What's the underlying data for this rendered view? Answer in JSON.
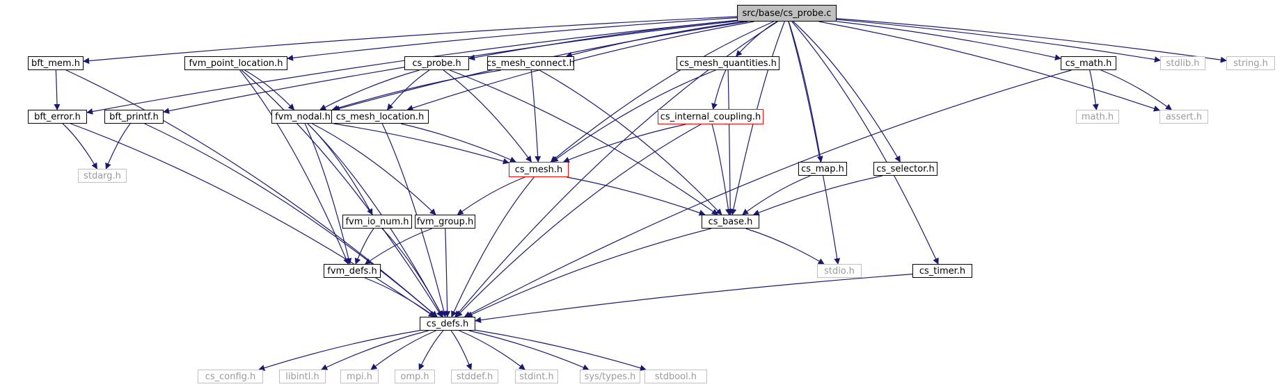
{
  "diagram": {
    "edge_color": "#191970",
    "nodes": [
      {
        "id": "root",
        "label": "src/base/cs_probe.c",
        "kind": "root"
      },
      {
        "id": "bft_mem",
        "label": "bft_mem.h",
        "kind": "normal"
      },
      {
        "id": "fvm_point_location",
        "label": "fvm_point_location.h",
        "kind": "normal"
      },
      {
        "id": "cs_probe_h",
        "label": "cs_probe.h",
        "kind": "normal"
      },
      {
        "id": "cs_mesh_connect",
        "label": "cs_mesh_connect.h",
        "kind": "normal"
      },
      {
        "id": "cs_mesh_quantities",
        "label": "cs_mesh_quantities.h",
        "kind": "normal"
      },
      {
        "id": "cs_math",
        "label": "cs_math.h",
        "kind": "normal"
      },
      {
        "id": "stdlib",
        "label": "stdlib.h",
        "kind": "external"
      },
      {
        "id": "string",
        "label": "string.h",
        "kind": "external"
      },
      {
        "id": "bft_error",
        "label": "bft_error.h",
        "kind": "normal"
      },
      {
        "id": "bft_printf",
        "label": "bft_printf.h",
        "kind": "normal"
      },
      {
        "id": "fvm_nodal",
        "label": "fvm_nodal.h",
        "kind": "normal"
      },
      {
        "id": "cs_mesh_location",
        "label": "cs_mesh_location.h",
        "kind": "normal"
      },
      {
        "id": "cs_internal_coupling",
        "label": "cs_internal_coupling.h",
        "kind": "red"
      },
      {
        "id": "math",
        "label": "math.h",
        "kind": "external"
      },
      {
        "id": "assert",
        "label": "assert.h",
        "kind": "external"
      },
      {
        "id": "stdarg",
        "label": "stdarg.h",
        "kind": "external"
      },
      {
        "id": "cs_mesh",
        "label": "cs_mesh.h",
        "kind": "red"
      },
      {
        "id": "cs_map",
        "label": "cs_map.h",
        "kind": "normal"
      },
      {
        "id": "cs_selector",
        "label": "cs_selector.h",
        "kind": "normal"
      },
      {
        "id": "fvm_io_num",
        "label": "fvm_io_num.h",
        "kind": "normal"
      },
      {
        "id": "fvm_group",
        "label": "fvm_group.h",
        "kind": "normal"
      },
      {
        "id": "cs_base",
        "label": "cs_base.h",
        "kind": "normal"
      },
      {
        "id": "fvm_defs",
        "label": "fvm_defs.h",
        "kind": "normal"
      },
      {
        "id": "stdio",
        "label": "stdio.h",
        "kind": "external"
      },
      {
        "id": "cs_timer",
        "label": "cs_timer.h",
        "kind": "normal"
      },
      {
        "id": "cs_defs",
        "label": "cs_defs.h",
        "kind": "normal"
      },
      {
        "id": "cs_config",
        "label": "cs_config.h",
        "kind": "external"
      },
      {
        "id": "libintl",
        "label": "libintl.h",
        "kind": "external"
      },
      {
        "id": "mpi",
        "label": "mpi.h",
        "kind": "external"
      },
      {
        "id": "omp",
        "label": "omp.h",
        "kind": "external"
      },
      {
        "id": "stddef",
        "label": "stddef.h",
        "kind": "external"
      },
      {
        "id": "stdint",
        "label": "stdint.h",
        "kind": "external"
      },
      {
        "id": "systypes",
        "label": "sys/types.h",
        "kind": "external"
      },
      {
        "id": "stdbool",
        "label": "stdbool.h",
        "kind": "external"
      }
    ],
    "edges": [
      {
        "from": "root",
        "to": "bft_mem"
      },
      {
        "from": "root",
        "to": "fvm_point_location"
      },
      {
        "from": "root",
        "to": "cs_probe_h"
      },
      {
        "from": "root",
        "to": "cs_mesh_connect"
      },
      {
        "from": "root",
        "to": "cs_mesh_quantities"
      },
      {
        "from": "root",
        "to": "cs_math"
      },
      {
        "from": "root",
        "to": "stdlib"
      },
      {
        "from": "root",
        "to": "string"
      },
      {
        "from": "root",
        "to": "bft_error"
      },
      {
        "from": "root",
        "to": "bft_printf"
      },
      {
        "from": "root",
        "to": "fvm_nodal"
      },
      {
        "from": "root",
        "to": "cs_mesh_location"
      },
      {
        "from": "root",
        "to": "cs_mesh"
      },
      {
        "from": "root",
        "to": "cs_base"
      },
      {
        "from": "root",
        "to": "cs_map"
      },
      {
        "from": "root",
        "to": "cs_selector"
      },
      {
        "from": "root",
        "to": "stdio"
      },
      {
        "from": "root",
        "to": "cs_timer"
      },
      {
        "from": "root",
        "to": "cs_defs"
      },
      {
        "from": "root",
        "to": "assert"
      },
      {
        "from": "bft_mem",
        "to": "bft_error"
      },
      {
        "from": "bft_mem",
        "to": "cs_defs"
      },
      {
        "from": "bft_error",
        "to": "stdarg"
      },
      {
        "from": "bft_error",
        "to": "cs_defs"
      },
      {
        "from": "bft_printf",
        "to": "stdarg"
      },
      {
        "from": "bft_printf",
        "to": "cs_defs"
      },
      {
        "from": "fvm_point_location",
        "to": "fvm_nodal"
      },
      {
        "from": "fvm_point_location",
        "to": "fvm_defs"
      },
      {
        "from": "fvm_point_location",
        "to": "cs_defs"
      },
      {
        "from": "cs_probe_h",
        "to": "fvm_nodal"
      },
      {
        "from": "cs_probe_h",
        "to": "cs_mesh_location"
      },
      {
        "from": "cs_probe_h",
        "to": "cs_mesh"
      },
      {
        "from": "cs_probe_h",
        "to": "cs_base"
      },
      {
        "from": "cs_mesh_connect",
        "to": "fvm_nodal"
      },
      {
        "from": "cs_mesh_connect",
        "to": "cs_mesh"
      },
      {
        "from": "cs_mesh_connect",
        "to": "cs_base"
      },
      {
        "from": "cs_mesh_quantities",
        "to": "cs_internal_coupling"
      },
      {
        "from": "cs_mesh_quantities",
        "to": "cs_mesh"
      },
      {
        "from": "cs_mesh_quantities",
        "to": "cs_base"
      },
      {
        "from": "cs_math",
        "to": "math"
      },
      {
        "from": "cs_math",
        "to": "assert"
      },
      {
        "from": "cs_math",
        "to": "cs_defs"
      },
      {
        "from": "fvm_nodal",
        "to": "cs_mesh"
      },
      {
        "from": "fvm_nodal",
        "to": "fvm_io_num"
      },
      {
        "from": "fvm_nodal",
        "to": "fvm_group"
      },
      {
        "from": "fvm_nodal",
        "to": "fvm_defs"
      },
      {
        "from": "fvm_nodal",
        "to": "cs_defs"
      },
      {
        "from": "cs_mesh_location",
        "to": "cs_mesh"
      },
      {
        "from": "cs_mesh_location",
        "to": "cs_defs"
      },
      {
        "from": "cs_internal_coupling",
        "to": "cs_mesh"
      },
      {
        "from": "cs_internal_coupling",
        "to": "cs_base"
      },
      {
        "from": "cs_internal_coupling",
        "to": "cs_defs"
      },
      {
        "from": "cs_mesh",
        "to": "fvm_group"
      },
      {
        "from": "cs_mesh",
        "to": "cs_base"
      },
      {
        "from": "cs_mesh",
        "to": "cs_defs"
      },
      {
        "from": "cs_map",
        "to": "cs_base"
      },
      {
        "from": "cs_selector",
        "to": "cs_base"
      },
      {
        "from": "fvm_io_num",
        "to": "fvm_defs"
      },
      {
        "from": "fvm_io_num",
        "to": "cs_defs"
      },
      {
        "from": "fvm_group",
        "to": "fvm_defs"
      },
      {
        "from": "fvm_group",
        "to": "cs_defs"
      },
      {
        "from": "cs_base",
        "to": "stdio"
      },
      {
        "from": "cs_base",
        "to": "cs_defs"
      },
      {
        "from": "fvm_defs",
        "to": "cs_defs"
      },
      {
        "from": "cs_timer",
        "to": "cs_defs"
      },
      {
        "from": "cs_defs",
        "to": "cs_config"
      },
      {
        "from": "cs_defs",
        "to": "libintl"
      },
      {
        "from": "cs_defs",
        "to": "mpi"
      },
      {
        "from": "cs_defs",
        "to": "omp"
      },
      {
        "from": "cs_defs",
        "to": "stddef"
      },
      {
        "from": "cs_defs",
        "to": "stdint"
      },
      {
        "from": "cs_defs",
        "to": "systypes"
      },
      {
        "from": "cs_defs",
        "to": "stdbool"
      }
    ]
  }
}
